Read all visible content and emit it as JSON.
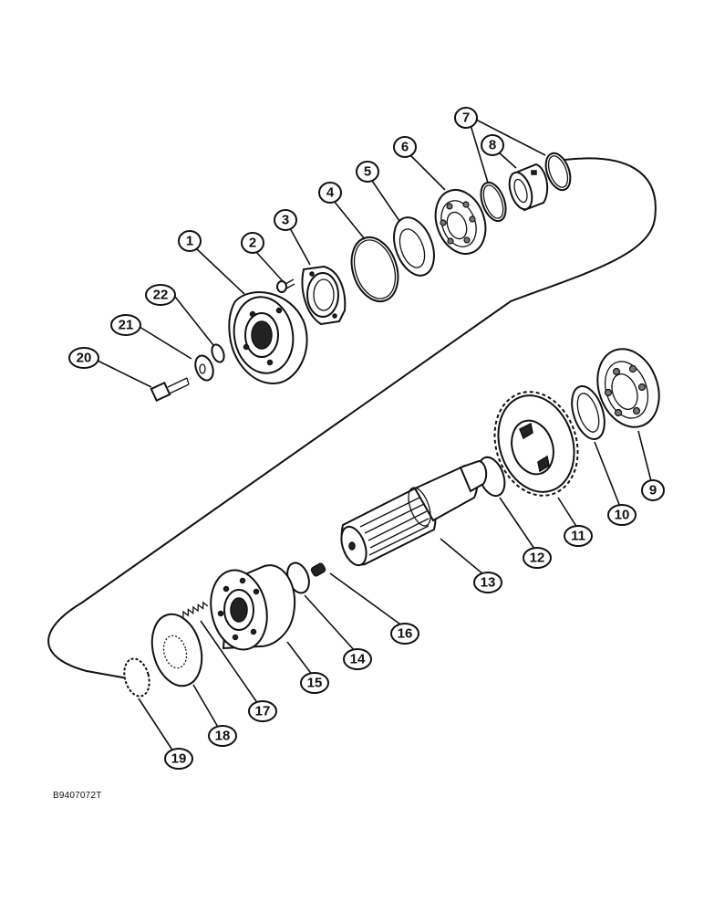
{
  "drawing": {
    "document_code": "B9407072T",
    "callouts": [
      "1",
      "2",
      "3",
      "4",
      "5",
      "6",
      "7",
      "8",
      "9",
      "10",
      "11",
      "12",
      "13",
      "14",
      "15",
      "16",
      "17",
      "18",
      "19",
      "20",
      "21",
      "22"
    ]
  }
}
